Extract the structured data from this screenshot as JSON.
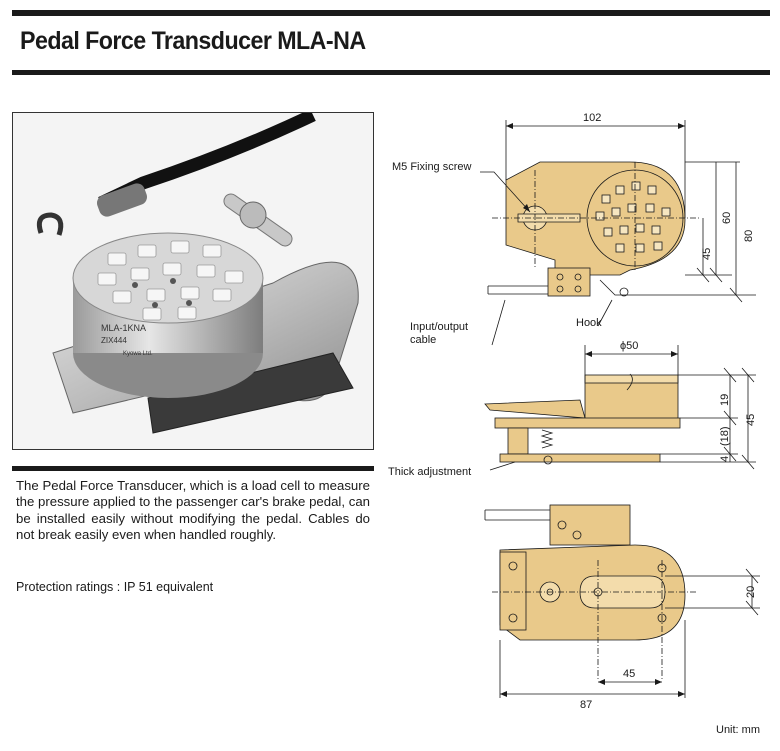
{
  "header": {
    "title": "Pedal Force Transducer MLA-NA"
  },
  "photo": {
    "marking_model": "MLA-1KNA",
    "marking_serial": "ZIX444",
    "marking_maker": "Kyowa Ltd."
  },
  "description": {
    "body": "The Pedal Force Transducer, which is a load cell to measure the pressure applied to the passenger car's brake pedal, can be installed easily without modifying the pedal. Cables do not break easily even when handled roughly.",
    "protection": "Protection ratings : IP 51 equivalent"
  },
  "drawing": {
    "callouts": {
      "fixing_screw": "M5 Fixing screw",
      "cable_line1": "Input/output",
      "cable_line2": "cable",
      "hook": "Hook",
      "thick_adjustment": "Thick adjustment"
    },
    "top_view": {
      "width": "102",
      "height_small": "60",
      "height_large": "80",
      "height_offset": "45"
    },
    "side_view": {
      "diameter": "ϕ50",
      "h_top": "19",
      "h_mid": "(18)",
      "h_bottom": "4",
      "h_total": "45"
    },
    "bottom_view": {
      "slot": "20",
      "pitch": "45",
      "length": "87"
    },
    "unit": "Unit: mm"
  },
  "colors": {
    "housing": "#e9c98a",
    "housing_dark": "#c9a25a",
    "line": "#1a1a1a"
  }
}
